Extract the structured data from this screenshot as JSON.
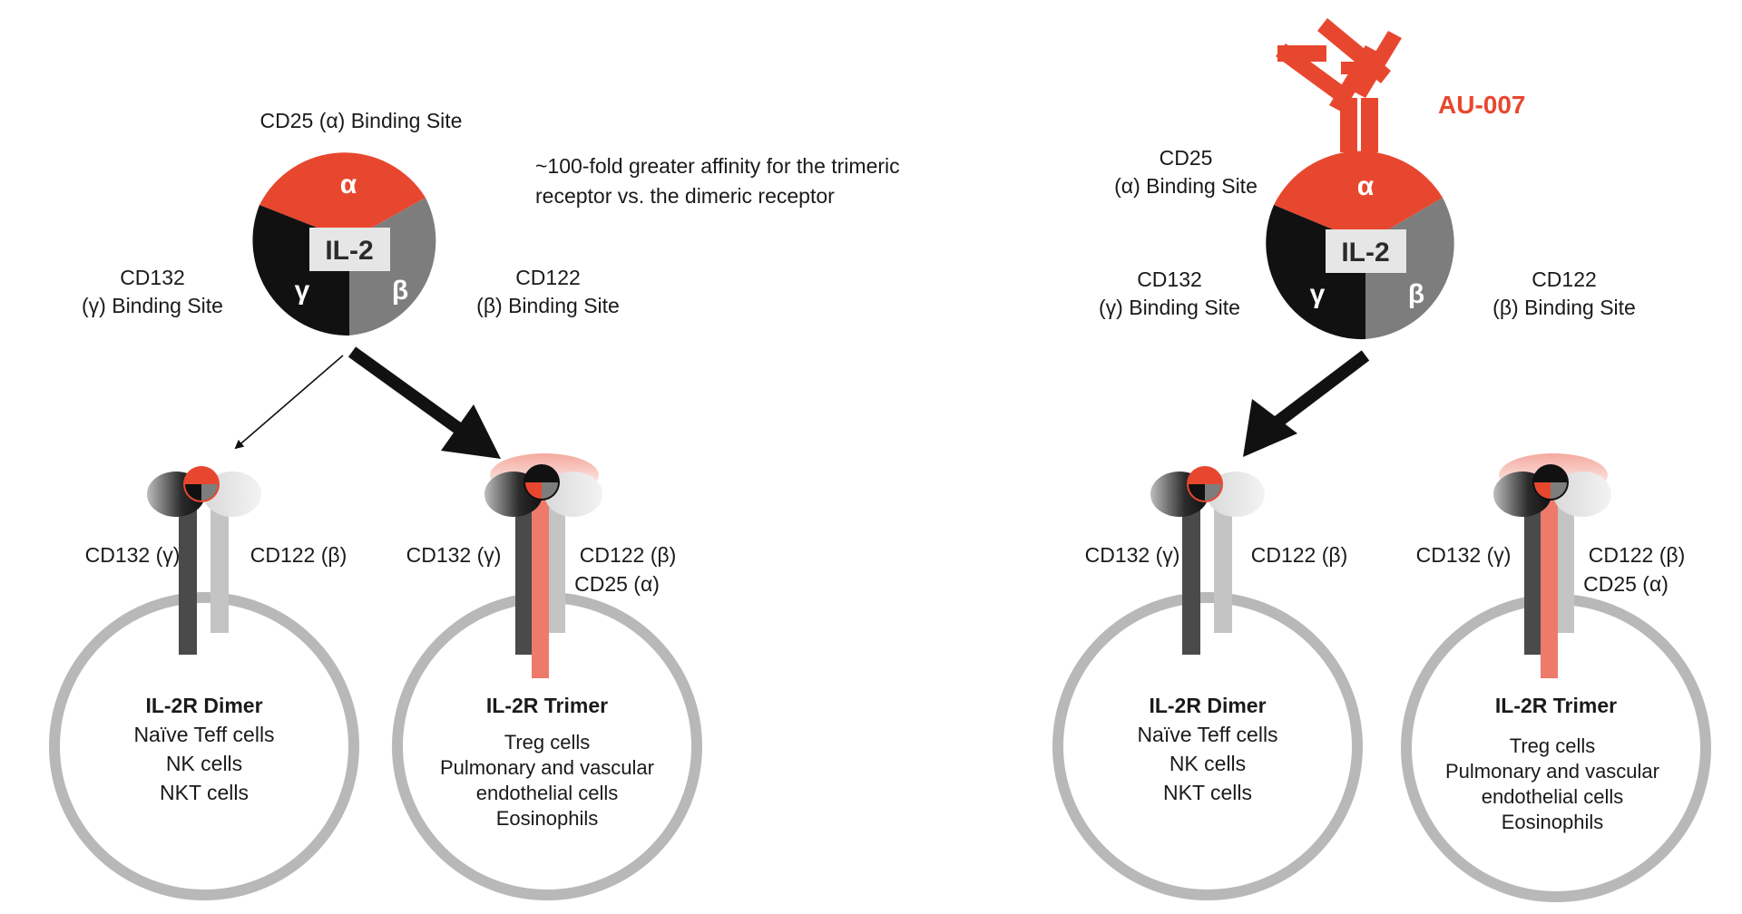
{
  "colors": {
    "accent": "#e8472f",
    "alpha_segment": "#e8472f",
    "gamma_segment": "#111111",
    "beta_segment": "#7d7d7d",
    "cell_outline": "#b8b8b8",
    "cd132_stalk": "#4a4a4a",
    "cd122_stalk": "#c4c4c4",
    "cd25_stalk": "#ee7a6c"
  },
  "left_panel": {
    "cd25_site": "CD25 (α) Binding Site",
    "affinity_note_line1": "~100-fold greater affinity for the trimeric",
    "affinity_note_line2": "receptor vs. the dimeric receptor",
    "cd132_site_line1": "CD132",
    "cd132_site_line2": "(γ) Binding Site",
    "cd122_site_line1": "CD122",
    "cd122_site_line2": "(β) Binding Site",
    "il2_label": "IL-2",
    "alpha": "α",
    "gamma": "γ",
    "beta": "β",
    "dimer": {
      "cd132": "CD132 (γ)",
      "cd122": "CD122 (β)",
      "title": "IL-2R Dimer",
      "cells": [
        "Naïve Teff cells",
        "NK cells",
        "NKT cells"
      ]
    },
    "trimer": {
      "cd132": "CD132 (γ)",
      "cd122": "CD122 (β)",
      "cd25": "CD25 (α)",
      "title": "IL-2R Trimer",
      "cells": [
        "Treg cells",
        "Pulmonary and vascular",
        "endothelial cells",
        "Eosinophils"
      ]
    }
  },
  "right_panel": {
    "drug_label": "AU-007",
    "cd25_site_line1": "CD25",
    "cd25_site_line2": "(α) Binding Site",
    "cd132_site_line1": "CD132",
    "cd132_site_line2": "(γ) Binding Site",
    "cd122_site_line1": "CD122",
    "cd122_site_line2": "(β) Binding Site",
    "il2_label": "IL-2",
    "alpha": "α",
    "gamma": "γ",
    "beta": "β",
    "dimer": {
      "cd132": "CD132 (γ)",
      "cd122": "CD122 (β)",
      "title": "IL-2R Dimer",
      "cells": [
        "Naïve Teff cells",
        "NK cells",
        "NKT cells"
      ]
    },
    "trimer": {
      "cd132": "CD132 (γ)",
      "cd122": "CD122 (β)",
      "cd25": "CD25 (α)",
      "title": "IL-2R Trimer",
      "cells": [
        "Treg cells",
        "Pulmonary and vascular",
        "endothelial cells",
        "Eosinophils"
      ]
    }
  }
}
